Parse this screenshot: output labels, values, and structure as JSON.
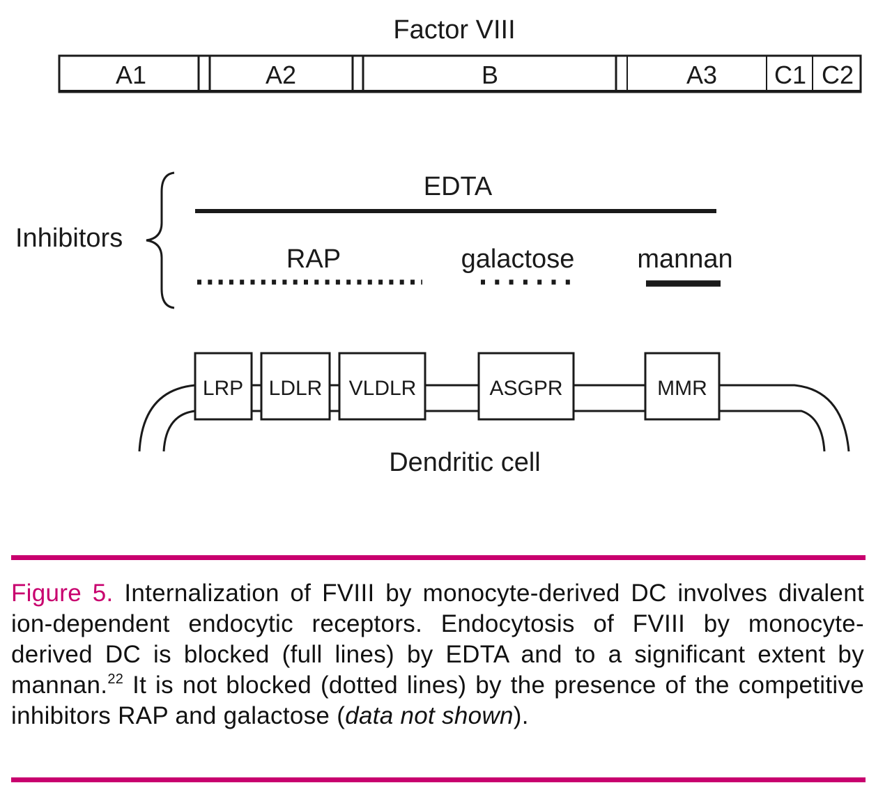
{
  "figure": {
    "protein": {
      "title": "Factor VIII",
      "domains": [
        "A1",
        "A2",
        "B",
        "A3",
        "C1",
        "C2"
      ]
    },
    "inhibitors": {
      "group_label": "Inhibitors",
      "items": [
        {
          "name": "EDTA",
          "line_style": "full",
          "blocks": true
        },
        {
          "name": "RAP",
          "line_style": "dotted",
          "blocks": false
        },
        {
          "name": "galactose",
          "line_style": "dotted",
          "blocks": false
        },
        {
          "name": "mannan",
          "line_style": "full",
          "blocks": true
        }
      ]
    },
    "receptors": [
      "LRP",
      "LDLR",
      "VLDLR",
      "ASGPR",
      "MMR"
    ],
    "cell_label": "Dendritic cell"
  },
  "caption": {
    "label": "Figure 5.",
    "text_1": " Internalization of FVIII by monocyte-derived DC involves divalent ion-dependent endocytic receptors. Endocytosis of FVIII by monocyte-derived DC is blocked (full lines) by EDTA and to a significant extent by mannan.",
    "ref": "22",
    "text_2": " It is not blocked (dotted lines) by the presence of the competitive inhibitors RAP and galactose (",
    "italic": "data not shown",
    "text_3": ")."
  },
  "colors": {
    "accent": "#c8006e",
    "ink": "#1a1a1a"
  }
}
